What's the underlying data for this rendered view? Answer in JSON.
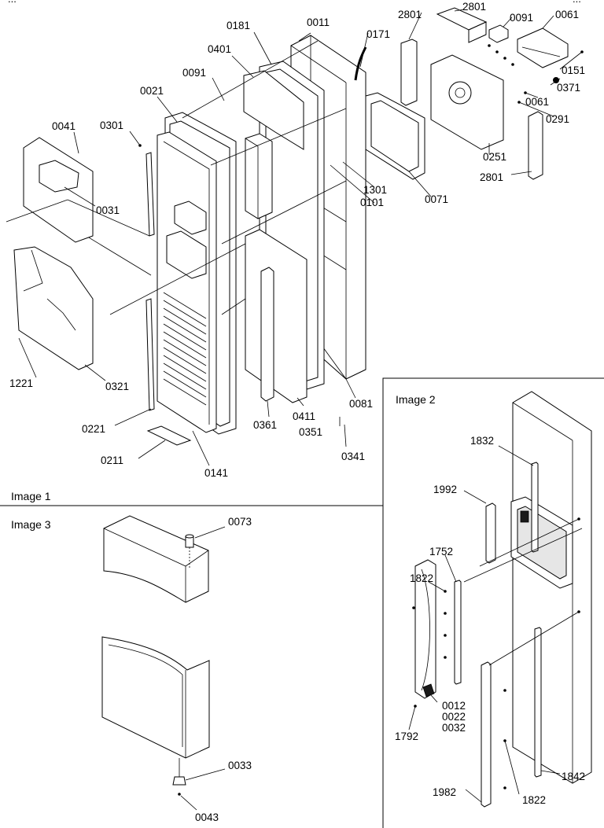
{
  "panels": {
    "image1": "Image 1",
    "image2": "Image 2",
    "image3": "Image 3"
  },
  "header": {
    "left": "...",
    "right": "..."
  },
  "callouts": {
    "image1": [
      "0011",
      "0181",
      "0171",
      "0401",
      "0091",
      "0021",
      "0301",
      "0041",
      "0031",
      "1221",
      "0321",
      "0221",
      "0211",
      "0141",
      "0361",
      "0411",
      "0351",
      "0341",
      "0081",
      "1301",
      "0101",
      "0071",
      "2801",
      "2801",
      "0091",
      "0061",
      "0151",
      "0371",
      "0061",
      "0291",
      "0251",
      "2801"
    ],
    "image2": [
      "1832",
      "1992",
      "1752",
      "1822",
      "0012",
      "0022",
      "0032",
      "1792",
      "1982",
      "1822",
      "1842"
    ],
    "image3": [
      "0073",
      "0033",
      "0043"
    ]
  }
}
